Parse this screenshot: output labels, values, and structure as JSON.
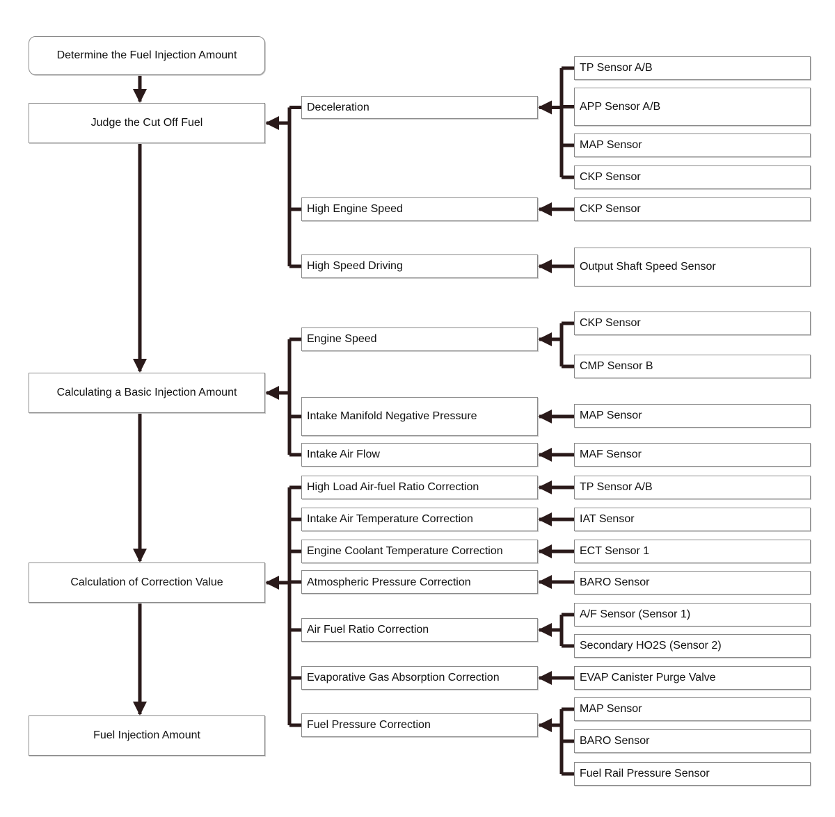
{
  "main_steps": [
    "Determine the Fuel Injection Amount",
    "Judge the Cut Off Fuel",
    "Calculating a Basic Injection Amount",
    "Calculation of Correction Value",
    "Fuel Injection Amount"
  ],
  "conditions": [
    {
      "label": "Deceleration",
      "sensors": [
        "TP Sensor A/B",
        "APP Sensor A/B",
        "MAP Sensor",
        "CKP Sensor"
      ]
    },
    {
      "label": "High Engine Speed",
      "sensors": [
        "CKP Sensor"
      ]
    },
    {
      "label": "High Speed Driving",
      "sensors": [
        "Output Shaft Speed Sensor"
      ]
    },
    {
      "label": "Engine Speed",
      "sensors": [
        "CKP Sensor",
        "CMP Sensor B"
      ]
    },
    {
      "label": "Intake Manifold Negative Pressure",
      "sensors": [
        "MAP Sensor"
      ]
    },
    {
      "label": "Intake Air Flow",
      "sensors": [
        "MAF Sensor"
      ]
    },
    {
      "label": "High Load Air-fuel Ratio Correction",
      "sensors": [
        "TP Sensor A/B"
      ]
    },
    {
      "label": "Intake Air Temperature Correction",
      "sensors": [
        "IAT Sensor"
      ]
    },
    {
      "label": "Engine Coolant Temperature Correction",
      "sensors": [
        "ECT Sensor 1"
      ]
    },
    {
      "label": "Atmospheric Pressure Correction",
      "sensors": [
        "BARO Sensor"
      ]
    },
    {
      "label": "Air Fuel Ratio Correction",
      "sensors": [
        "A/F Sensor (Sensor 1)",
        "Secondary HO2S (Sensor 2)"
      ]
    },
    {
      "label": "Evaporative Gas Absorption Correction",
      "sensors": [
        "EVAP Canister Purge Valve"
      ]
    },
    {
      "label": "Fuel Pressure Correction",
      "sensors": [
        "MAP Sensor",
        "BARO Sensor",
        "Fuel Rail Pressure Sensor"
      ]
    }
  ]
}
